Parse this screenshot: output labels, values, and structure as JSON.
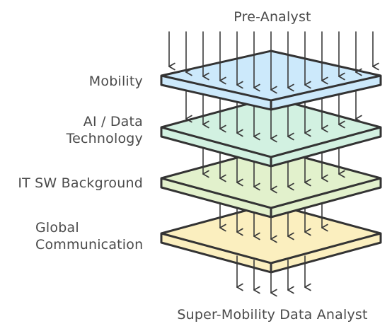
{
  "top_label": "Pre-Analyst",
  "bottom_label": "Super-Mobility Data Analyst",
  "layers": [
    {
      "label_lines": [
        "Mobility"
      ],
      "fill": "#cce9fb"
    },
    {
      "label_lines": [
        "AI / Data",
        "Technology"
      ],
      "fill": "#d2f1e1"
    },
    {
      "label_lines": [
        "IT SW Background"
      ],
      "fill": "#e2f1cc"
    },
    {
      "label_lines": [
        "Global",
        "Communication"
      ],
      "fill": "#fbefbf"
    }
  ],
  "colors": {
    "stroke": "#333333",
    "arrow": "#3a3a3a",
    "text": "#4a4a4a"
  }
}
